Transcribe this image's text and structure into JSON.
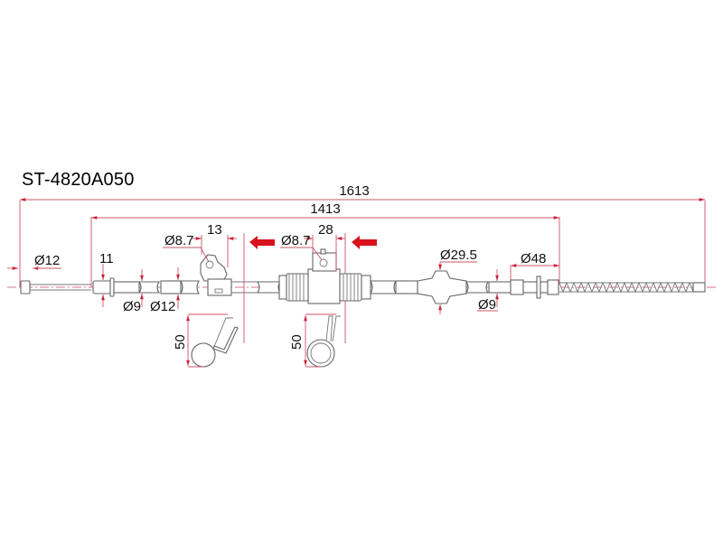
{
  "part_number": "ST-4820A050",
  "dimensions": {
    "overall_length": "1613",
    "inner_length": "1413",
    "end_fitting_dia": "Ø12",
    "sleeve_length": "11",
    "cable_dia_left": "Ø9",
    "casing_dia_left": "Ø12",
    "bracket1_hole": "Ø8.7",
    "bracket1_width": "13",
    "bracket2_hole": "Ø8.7",
    "bracket2_width": "28",
    "grommet_dia": "Ø29.5",
    "spring_section": "Ø48",
    "cable_dia_right": "Ø9",
    "clip1_height": "50",
    "clip2_height": "50"
  },
  "colors": {
    "dimension_line": "#c9546a",
    "arrow_indicator": "#d8121e",
    "outline": "#666666"
  }
}
